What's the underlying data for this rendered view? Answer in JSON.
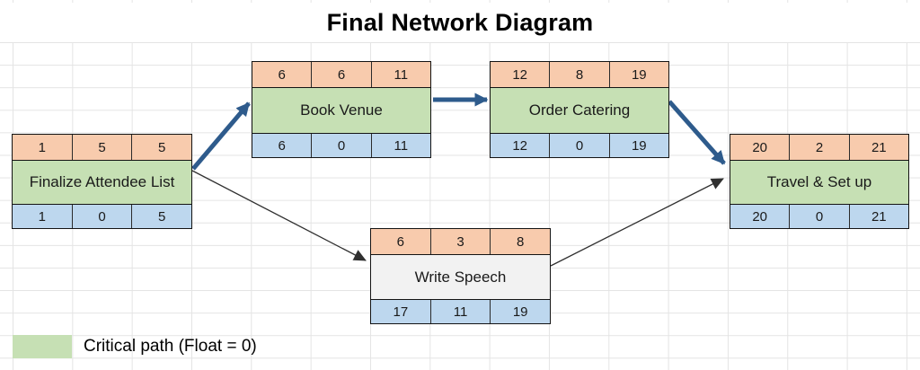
{
  "title": "Final Network Diagram",
  "legend": {
    "label": "Critical path (Float = 0)"
  },
  "colors": {
    "top_row_orange": "#F8CBAD",
    "bottom_row_blue": "#BDD7EE",
    "critical_green": "#C6E0B4",
    "noncritical_gray": "#F2F2F2",
    "critical_arrow_blue": "#2E5B8C",
    "noncritical_arrow_black": "#303030"
  },
  "nodes": [
    {
      "name": "Finalize Attendee List",
      "top": [
        "1",
        "5",
        "5"
      ],
      "bottom": [
        "1",
        "0",
        "5"
      ],
      "critical": true
    },
    {
      "name": "Book Venue",
      "top": [
        "6",
        "6",
        "11"
      ],
      "bottom": [
        "6",
        "0",
        "11"
      ],
      "critical": true
    },
    {
      "name": "Order Catering",
      "top": [
        "12",
        "8",
        "19"
      ],
      "bottom": [
        "12",
        "0",
        "19"
      ],
      "critical": true
    },
    {
      "name": "Write Speech",
      "top": [
        "6",
        "3",
        "8"
      ],
      "bottom": [
        "17",
        "11",
        "19"
      ],
      "critical": false
    },
    {
      "name": "Travel & Set up",
      "top": [
        "20",
        "2",
        "21"
      ],
      "bottom": [
        "20",
        "0",
        "21"
      ],
      "critical": true
    }
  ]
}
